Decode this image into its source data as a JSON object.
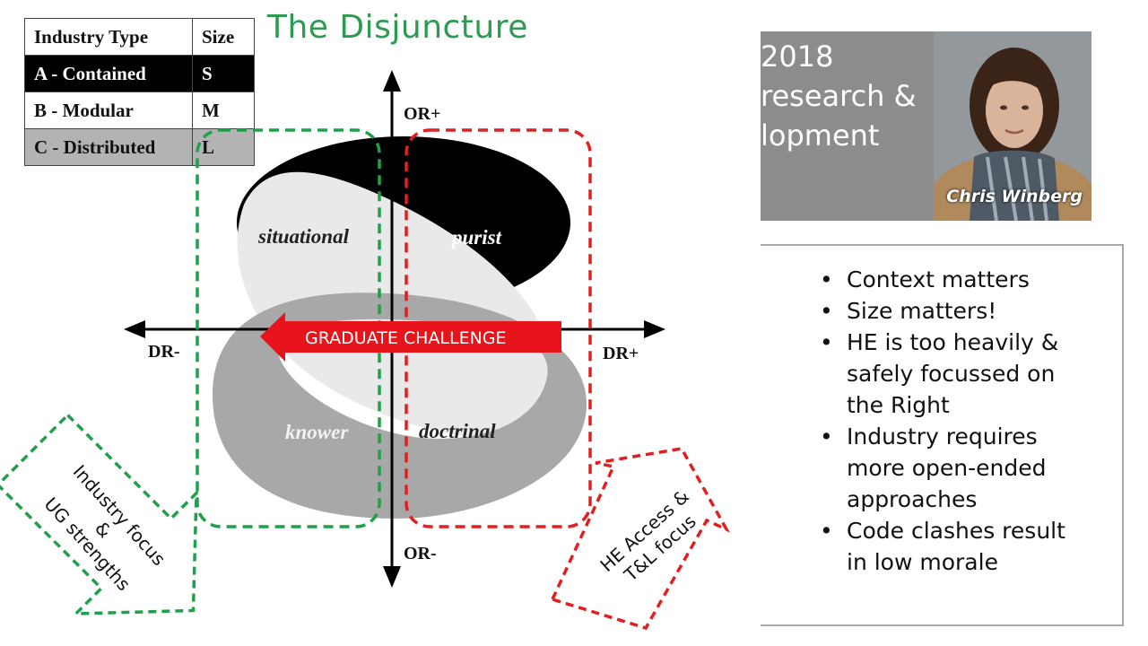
{
  "title": "The Disjuncture",
  "industry_table": {
    "headers": [
      "Industry Type",
      "Size"
    ],
    "rows": [
      {
        "type": "A - Contained",
        "size": "S"
      },
      {
        "type": "B - Modular",
        "size": "M"
      },
      {
        "type": "C - Distributed",
        "size": "L"
      }
    ]
  },
  "diagram": {
    "axis_top": "OR+",
    "axis_bottom": "OR-",
    "axis_left": "DR-",
    "axis_right": "DR+",
    "quadrants": {
      "top_left": "situational",
      "top_right": "purist",
      "bottom_left": "knower",
      "bottom_right": "doctrinal"
    },
    "challenge_label": "GRADUATE CHALLENGE",
    "left_arrow_lines": [
      "Industry focus",
      "&",
      "UG strengths"
    ],
    "right_arrow_lines": [
      "HE Access &",
      "T&L focus"
    ]
  },
  "video": {
    "caption_lines": [
      "2018",
      "research &",
      "lopment"
    ],
    "presenter": "Chris Winberg"
  },
  "bullets": [
    "Context matters",
    "Size matters!",
    "HE is too heavily & safely focussed on the Right",
    "Industry requires more open-ended approaches",
    "Code clashes result in low morale"
  ],
  "colors": {
    "title_green": "#2e9a52",
    "dash_green": "#1fa04a",
    "dash_red": "#e02020",
    "challenge_red": "#e8141b"
  }
}
